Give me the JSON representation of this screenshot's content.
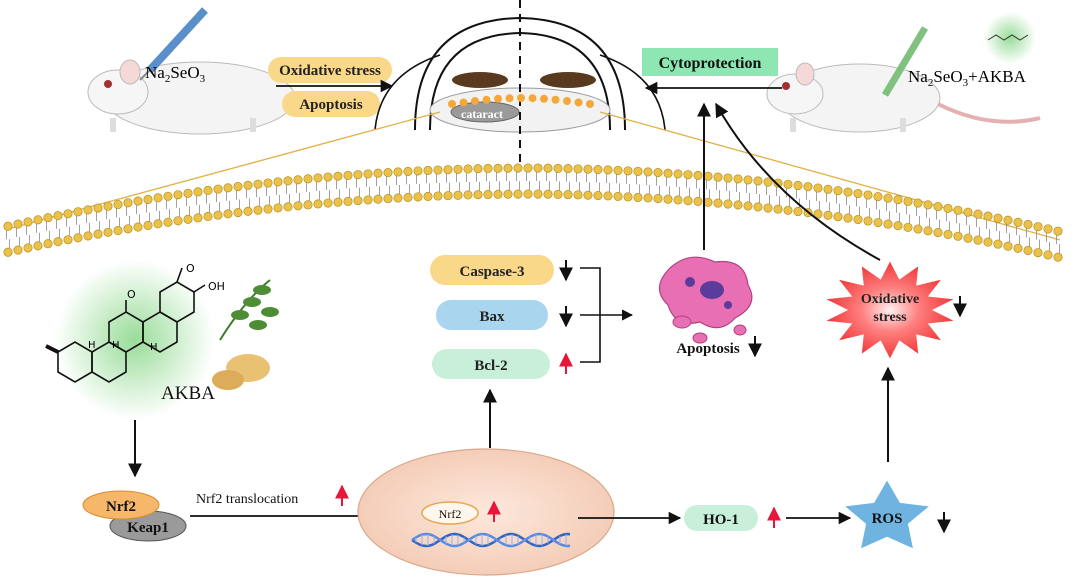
{
  "mice": {
    "left_label_base": "Na",
    "left_label_sub1": "2",
    "left_label_mid": "SeO",
    "left_label_sub2": "3",
    "right_label_base": "Na",
    "right_label_sub1": "2",
    "right_label_mid": "SeO",
    "right_label_sub2": "3",
    "right_label_suffix": "+AKBA"
  },
  "effects": {
    "oxidative_stress": "Oxidative stress",
    "apoptosis": "Apoptosis",
    "cytoprotection": "Cytoprotection"
  },
  "eye": {
    "cataract_label": "cataract"
  },
  "proteins": {
    "caspase3": "Caspase-3",
    "bax": "Bax",
    "bcl2": "Bcl-2"
  },
  "outcomes": {
    "apoptosis": "Apoptosis",
    "oxidative_stress_line1": "Oxidative",
    "oxidative_stress_line2": "stress"
  },
  "pathway": {
    "akba": "AKBA",
    "nrf2": "Nrf2",
    "keap1": "Keap1",
    "nrf2_translocation": "Nrf2 translocation",
    "nrf2_nucleus": "Nrf2",
    "ho1": "HO-1",
    "ros": "ROS"
  },
  "colors": {
    "up_arrow": "#e8173a",
    "down_arrow": "#111111",
    "pill_yellow": "#f9d88a",
    "pill_blue": "#a9d6ee",
    "pill_green": "#c8efd9",
    "cyto_green": "#8ee6b3",
    "nucleus": "#f8dccd",
    "ros_star": "#6fb3e0",
    "burst_red": "#f03a3a",
    "membrane": "#e9c14b"
  }
}
